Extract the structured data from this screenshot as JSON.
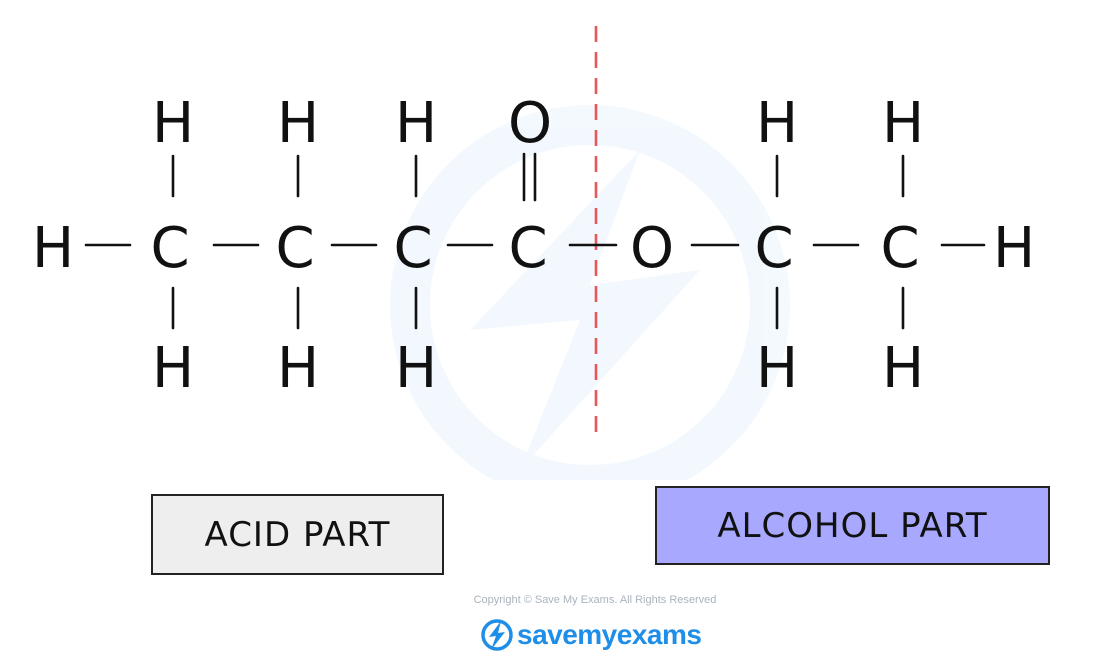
{
  "molecule": {
    "atoms": {
      "h_left": "H",
      "c1": "C",
      "c2": "C",
      "c3": "C",
      "c4": "C",
      "o_ester": "O",
      "o_carbonyl": "O",
      "c5": "C",
      "c6": "C",
      "h_right": "H",
      "h_c1_top": "H",
      "h_c1_bottom": "H",
      "h_c2_top": "H",
      "h_c2_bottom": "H",
      "h_c3_top": "H",
      "h_c3_bottom": "H",
      "h_c5_top": "H",
      "h_c5_bottom": "H",
      "h_c6_top": "H",
      "h_c6_bottom": "H"
    }
  },
  "labels": {
    "acid_part": "ACID PART",
    "alcohol_part": "ALCOHOL PART"
  },
  "colors": {
    "acid_box_fill": "#eeeeee",
    "alcohol_box_fill": "#a8a8ff",
    "divider": "#e8565a",
    "brand": "#1f8ee8"
  },
  "footer": {
    "copyright": "Copyright © Save My Exams. All Rights Reserved",
    "logo_text": "savemyexams"
  }
}
